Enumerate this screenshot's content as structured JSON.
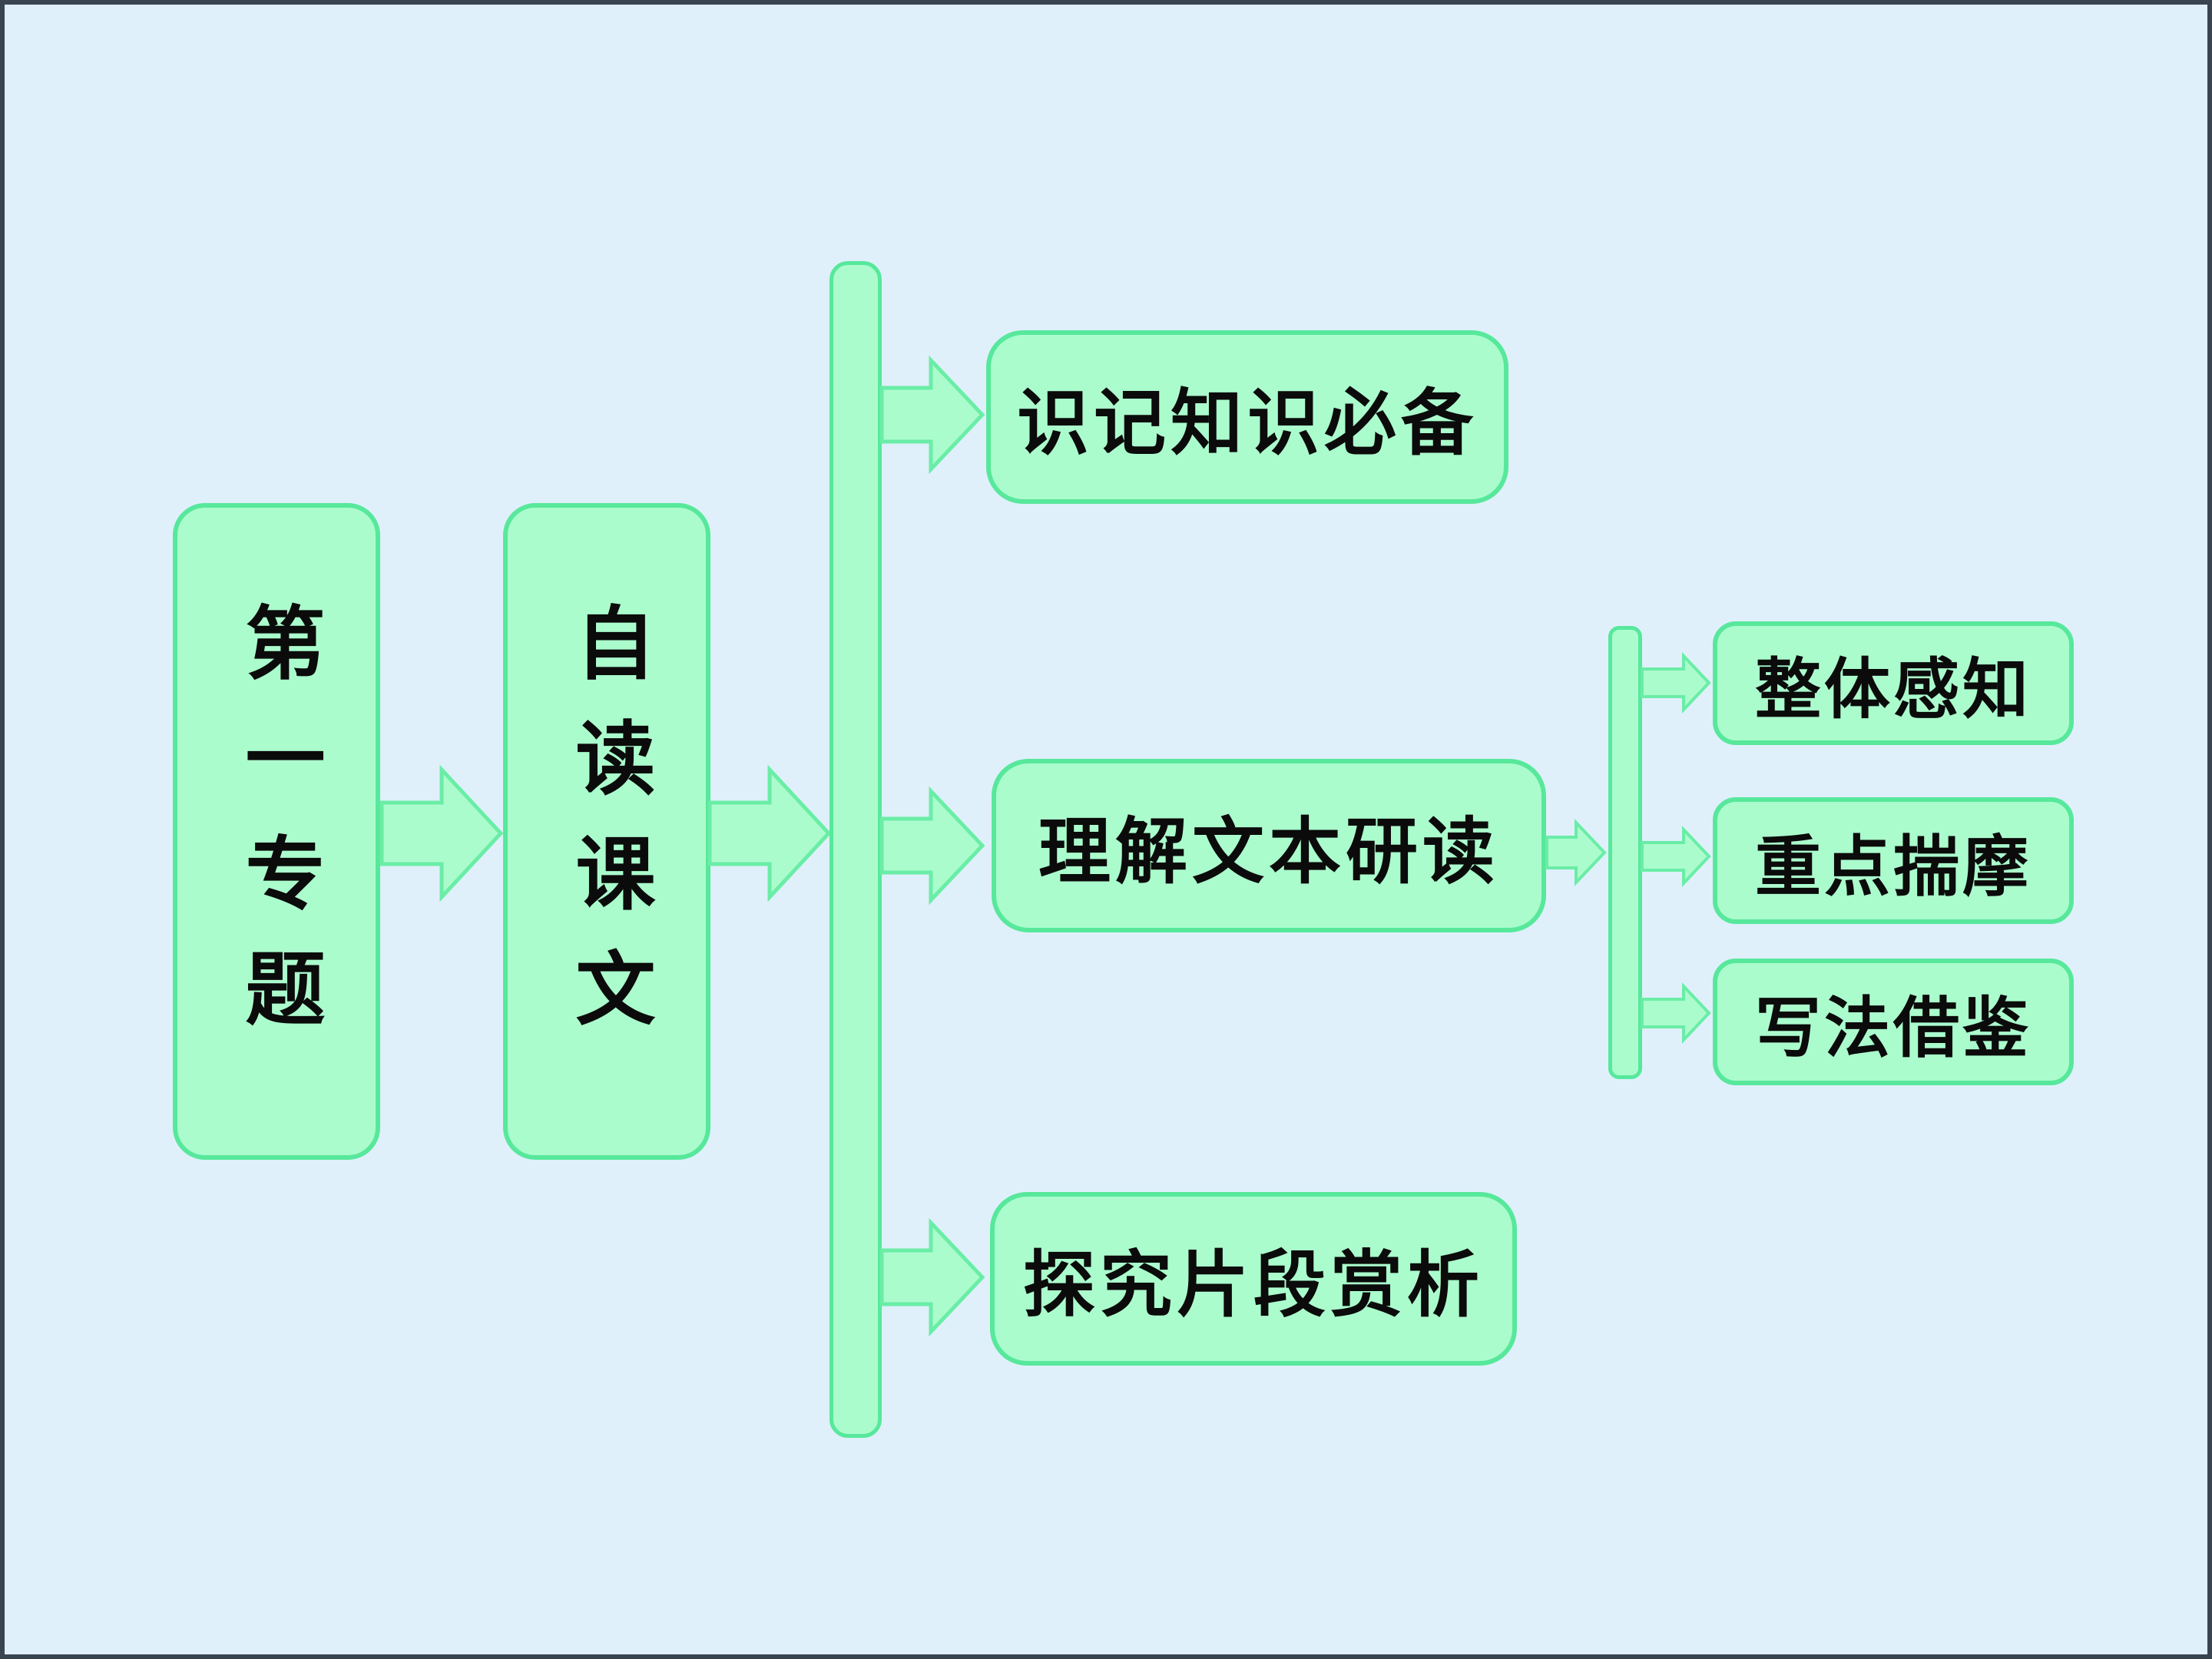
{
  "colors": {
    "page_bg": "#dff0fb",
    "frame": "#3a4451",
    "box_fill": "#abfccd",
    "box_border": "#57e89b",
    "arrow_fill": "#abfccd",
    "arrow_stroke": "#6aeda6",
    "text": "#0b0b0b"
  },
  "diagram": {
    "level1": {
      "label": "第一专题"
    },
    "level2": {
      "label": "自读课文"
    },
    "level3": [
      {
        "label": "识记知识必备"
      },
      {
        "label": "理解文本研读"
      },
      {
        "label": "探究片段赏析"
      }
    ],
    "level4": [
      {
        "label": "整体感知"
      },
      {
        "label": "重点揣摩"
      },
      {
        "label": "写法借鉴"
      }
    ]
  }
}
